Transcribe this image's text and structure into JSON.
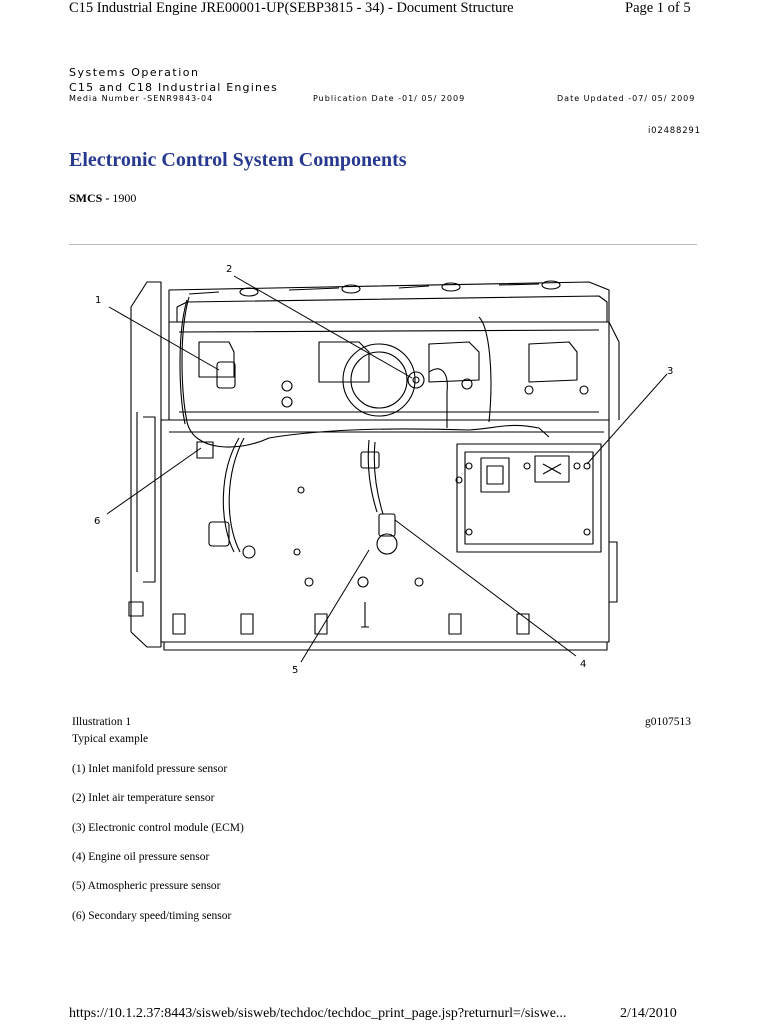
{
  "header": {
    "title": "C15 Industrial Engine JRE00001-UP(SEBP3815 - 34) - Document Structure",
    "page": "Page 1 of 5"
  },
  "doc": {
    "category": "Systems Operation",
    "engines": "C15 and C18 Industrial Engines",
    "media_number": "Media Number -SENR9843-04",
    "publication_date": "Publication Date -01/ 05/ 2009",
    "date_updated": "Date Updated -07/ 05/ 2009",
    "doc_id": "i02488291"
  },
  "main": {
    "heading": "Electronic Control System Components",
    "smcs_label": "SMCS - ",
    "smcs_value": "1900"
  },
  "illustration": {
    "callouts": [
      "1",
      "2",
      "3",
      "4",
      "5",
      "6"
    ],
    "caption": "Illustration 1",
    "graphic_id": "g0107513",
    "subcaption": "Typical example",
    "items": [
      "(1) Inlet manifold pressure sensor",
      "(2) Inlet air temperature sensor",
      "(3) Electronic control module (ECM)",
      "(4) Engine oil pressure sensor",
      "(5) Atmospheric pressure sensor",
      "(6) Secondary speed/timing sensor"
    ]
  },
  "footer": {
    "url": "https://10.1.2.37:8443/sisweb/sisweb/techdoc/techdoc_print_page.jsp?returnurl=/siswe...",
    "date": "2/14/2010"
  }
}
